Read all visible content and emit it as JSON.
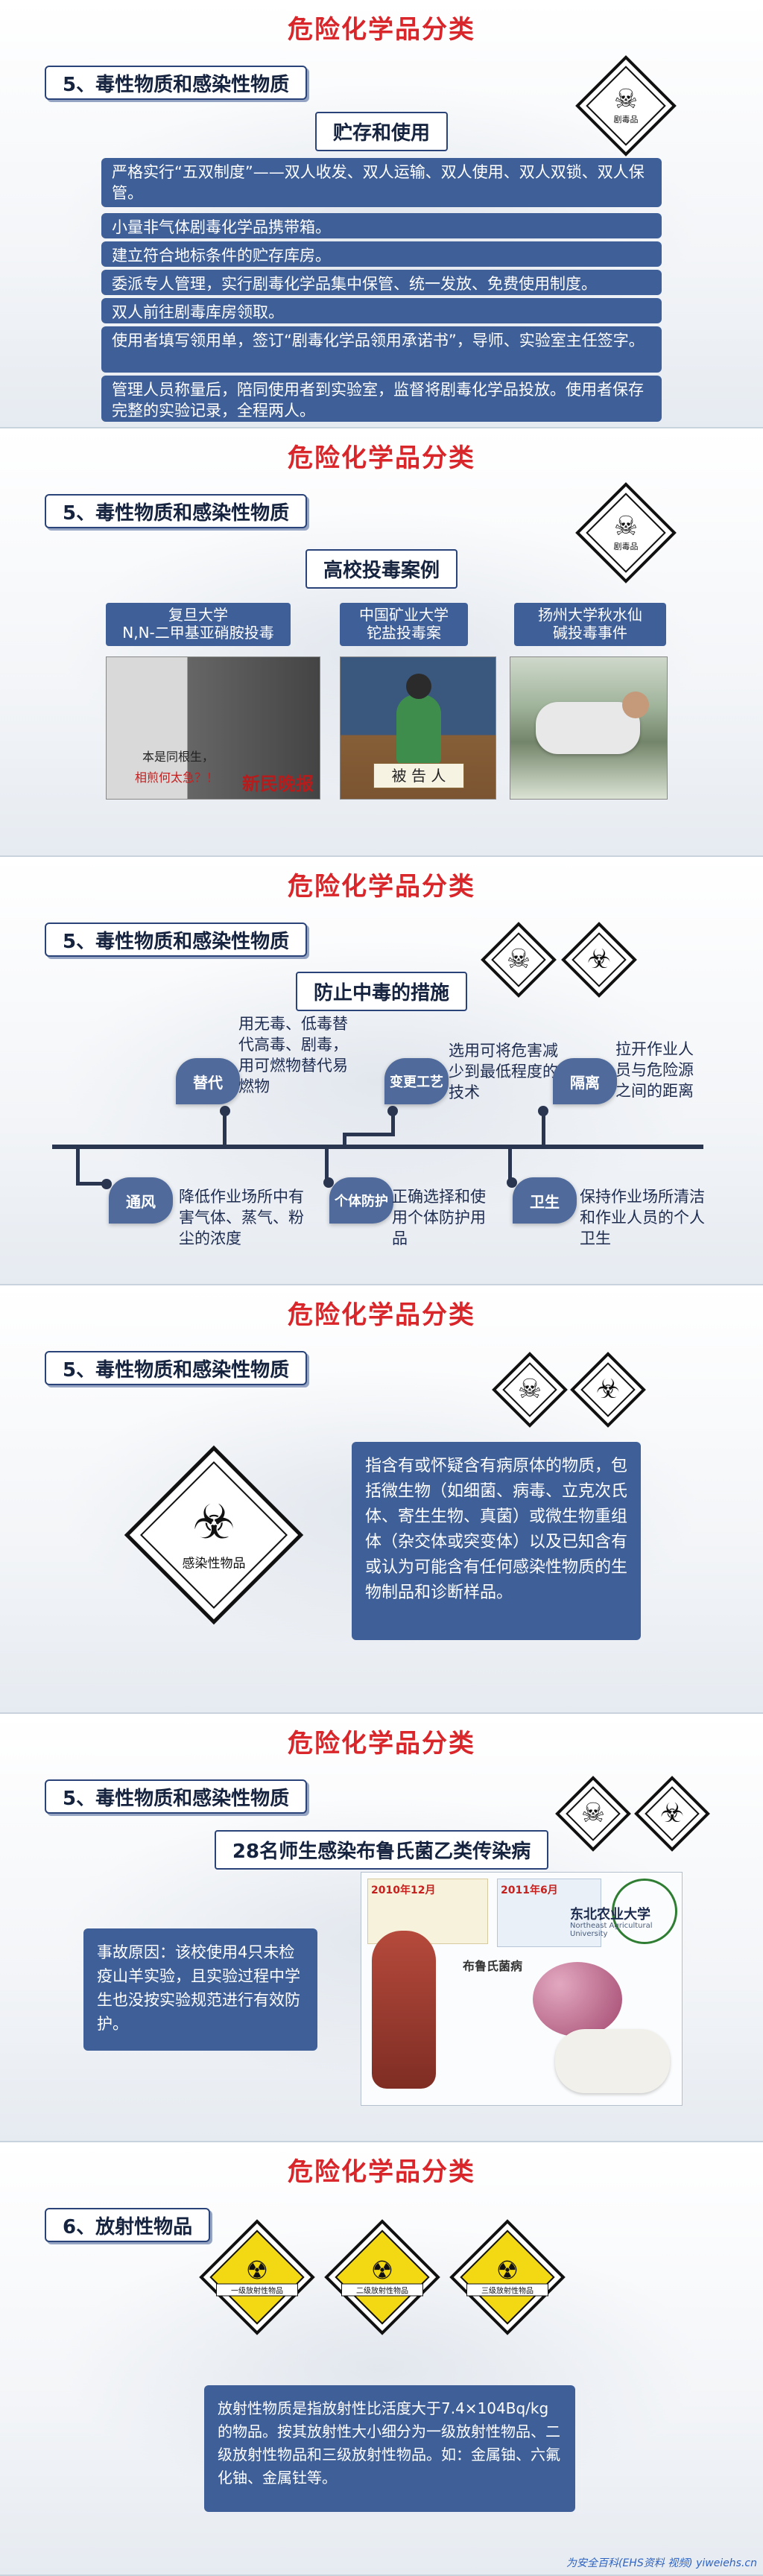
{
  "common": {
    "title": "危险化学品分类",
    "section5": "5、毒性物质和感染性物质",
    "section6": "6、放射性物品"
  },
  "slide1": {
    "subtitle": "贮存和使用",
    "hazard_text": "剧毒品",
    "bars": [
      "严格实行“五双制度”——双人收发、双人运输、双人使用、双人双锁、双人保管。",
      "小量非气体剧毒化学品携带箱。",
      "建立符合地标条件的贮存库房。",
      "委派专人管理，实行剧毒化学品集中保管、统一发放、免费使用制度。",
      "双人前往剧毒库房领取。",
      "使用者填写领用单，签订“剧毒化学品领用承诺书”，导师、实验室主任签字。",
      "管理人员称量后，陪同使用者到实验室，监督将剧毒化学品投放。使用者保存完整的实验记录，全程两人。"
    ]
  },
  "slide2": {
    "subtitle": "高校投毒案例",
    "hazard_text": "剧毒品",
    "cases": [
      {
        "label_top": "复旦大学",
        "label_bottom": "N,N-二甲基亚硝胺投毒",
        "photo_note_1": "本是同根生，",
        "photo_note_2": "相煎何太急？！",
        "watermark": "新民晚报"
      },
      {
        "label_top": "中国矿业大学",
        "label_bottom": "铊盐投毒案",
        "photo_sign": "被 告 人"
      },
      {
        "label_top": "扬州大学秋水仙",
        "label_bottom": "碱投毒事件"
      }
    ]
  },
  "slide3": {
    "subtitle": "防止中毒的措施",
    "nodes": [
      {
        "label": "替代",
        "desc": "用无毒、低毒替代高毒、剧毒，用可燃物替代易燃物"
      },
      {
        "label": "变更工艺",
        "desc": "选用可将危害减少到最低程度的技术"
      },
      {
        "label": "隔离",
        "desc": "拉开作业人员与危险源之间的距离"
      },
      {
        "label": "通风",
        "desc": "降低作业场所中有害气体、蒸气、粉尘的浓度"
      },
      {
        "label": "个体防护",
        "desc": "正确选择和使用个体防护用品"
      },
      {
        "label": "卫生",
        "desc": "保持作业场所清洁和作业人员的个人卫生"
      }
    ]
  },
  "slide4": {
    "hazard_text": "感染性物品",
    "desc": "指含有或怀疑含有病原体的物质，包括微生物（如细菌、病毒、立克次氏体、寄生生物、真菌）或微生物重组体（杂交体或突变体）以及已知含有或认为可能含有任何感染性物质的生物制品和诊断样品。"
  },
  "slide5": {
    "subtitle": "28名师生感染布鲁氏菌乙类传染病",
    "reason": "事故原因：该校使用4只未检疫山羊实验，且实验过程中学生也没按实验规范进行有效防护。",
    "poster_date_1": "2010年12月",
    "poster_date_2": "2011年6月",
    "university_name": "东北农业大学",
    "university_en": "Northeast Agricultural University",
    "poster_caption": "布鲁氏菌病"
  },
  "slide6": {
    "signs": [
      "一级放射性物品",
      "二级放射性物品",
      "三级放射性物品"
    ],
    "desc": "放射性物质是指放射性比活度大于7.4×104Bq/kg的物品。按其放射性大小细分为一级放射性物品、二级放射性物品和三级放射性物品。如：金属铀、六氟化铀、金属钍等。",
    "footer": "为安全百科(EHS资料 视频) yiweiehs.cn"
  }
}
